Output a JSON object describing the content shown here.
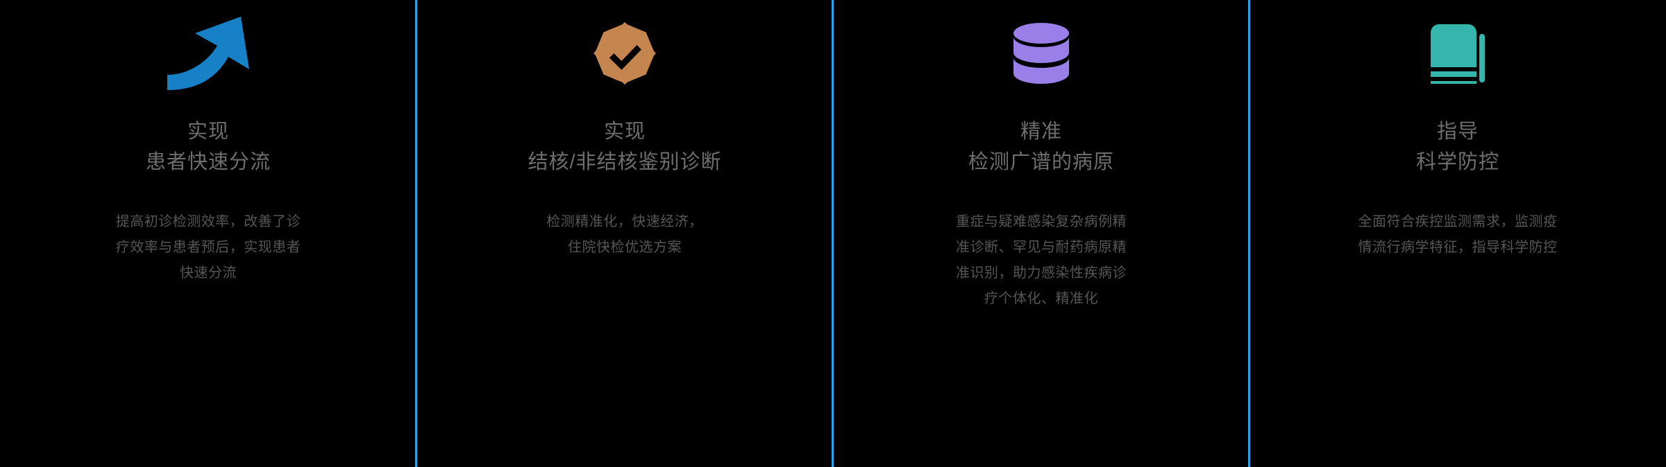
{
  "theme": {
    "background": "#000000",
    "divider_color": "#2CA5E8",
    "title_color": "#6E6E6E",
    "body_color": "#565656"
  },
  "columns": [
    {
      "icon": "upward-curved-arrow-icon",
      "icon_color": "#1781C8",
      "title_line_1": "实现",
      "title_line_2": "患者快速分流",
      "body_lines": [
        "提高初诊检测效率，改善了诊",
        "疗效率与患者预后，实现患者",
        "快速分流"
      ]
    },
    {
      "icon": "verified-badge-check-icon",
      "icon_color": "#C4854F",
      "title_line_1": "实现",
      "title_line_2": "结核/非结核鉴别诊断",
      "body_lines": [
        "检测精准化，快速经济，",
        "住院快检优选方案"
      ]
    },
    {
      "icon": "database-cylinder-icon",
      "icon_color": "#9B7FE8",
      "title_line_1": "精准",
      "title_line_2": "检测广谱的病原",
      "body_lines": [
        "重症与疑难感染复杂病例精",
        "准诊断、罕见与耐药病原精",
        "准识别，助力感染性疾病诊",
        "疗个体化、精准化"
      ]
    },
    {
      "icon": "book-icon",
      "icon_color": "#35B5AC",
      "title_line_1": "指导",
      "title_line_2": "科学防控",
      "body_lines": [
        "全面符合疾控监测需求，监测疫",
        "情流行病学特征，指导科学防控"
      ]
    }
  ]
}
